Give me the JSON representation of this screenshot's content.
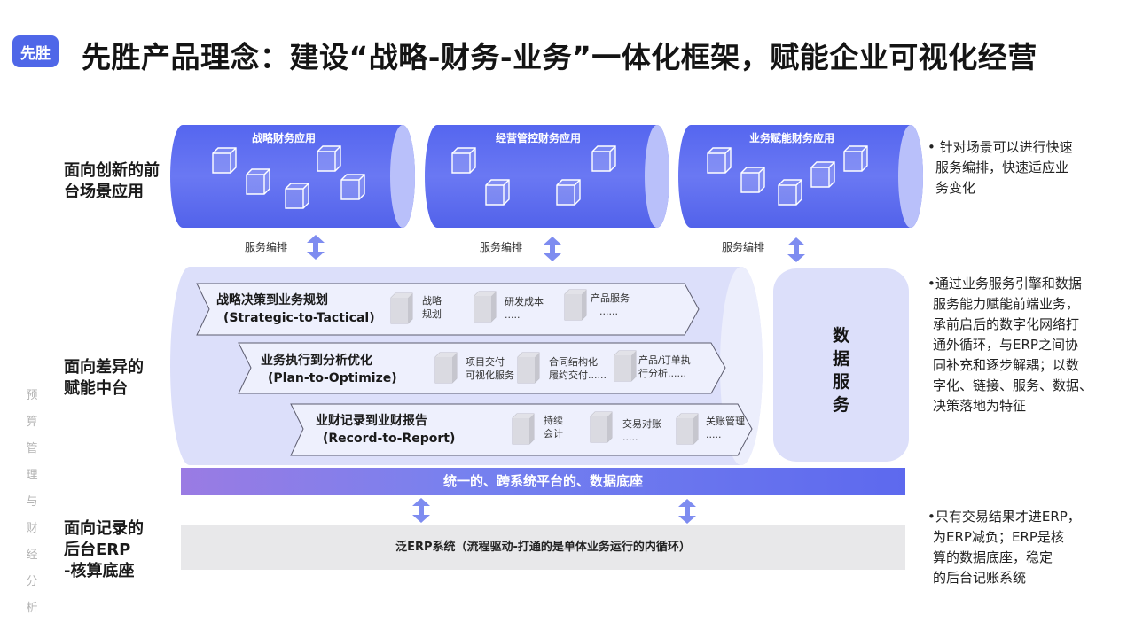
{
  "logo": {
    "text": "先胜"
  },
  "title": "先胜产品理念：建设“战略-财务-业务”一体化框架，赋能企业可视化经营",
  "side_vertical_text": [
    "预",
    "算",
    "管",
    "理",
    "与",
    "财",
    "经",
    "分",
    "析"
  ],
  "sections": {
    "front": {
      "line1": "面向创新的前",
      "line2": "台场景应用"
    },
    "middle": {
      "line1": "面向差异的",
      "line2": "赋能中台"
    },
    "back": {
      "line1": "面向记录的",
      "line2": "后台ERP",
      "line3": "-核算底座"
    }
  },
  "cylinders": [
    {
      "title": "战略财务应用"
    },
    {
      "title": "经营管控财务应用"
    },
    {
      "title": "业务赋能财务应用"
    }
  ],
  "service_labels": [
    "服务编排",
    "服务编排",
    "服务编排"
  ],
  "chevrons": [
    {
      "title": "战略决策到业务规划",
      "subtitle": "(Strategic-to-Tactical)",
      "items": [
        {
          "line1": "战略",
          "line2": "规划"
        },
        {
          "line1": "研发成本",
          "line2": "....."
        },
        {
          "line1": "产品服务",
          "line2": "......"
        }
      ]
    },
    {
      "title": "业务执行到分析优化",
      "subtitle": "(Plan-to-Optimize)",
      "items": [
        {
          "line1": "项目交付",
          "line2": "可视化服务"
        },
        {
          "line1": "合同结构化",
          "line2": "履约交付......"
        },
        {
          "line1": "产品/订单执",
          "line2": "行分析......"
        }
      ]
    },
    {
      "title": "业财记录到业财报告",
      "subtitle": "(Record-to-Report)",
      "items": [
        {
          "line1": "持续",
          "line2": "会计"
        },
        {
          "line1": "交易对账",
          "line2": "....."
        },
        {
          "line1": "关账管理",
          "line2": "....."
        }
      ]
    }
  ],
  "data_service": {
    "line1": "数",
    "line2": "据",
    "line3": "服",
    "line4": "务"
  },
  "unified_bar": "统一的、跨系统平台的、数据底座",
  "erp_bar": "泛ERP系统（流程驱动-打通的是单体业务运行的内循环）",
  "notes": {
    "front": [
      "• 针对场景可以进行快速",
      "服务编排，快速适应业",
      "务变化"
    ],
    "middle": [
      "•通过业务服务引擎和数据",
      "服务能力赋能前端业务，",
      "承前启后的数字化网络打",
      "通外循环，与ERP之间协",
      "同补充和逐步解耦；以数",
      "字化、链接、服务、数据、",
      "决策落地为特征"
    ],
    "back": [
      "•只有交易结果才进ERP，",
      "为ERP减负；ERP是核",
      "算的数据底座，稳定",
      "的后台记账系统"
    ]
  },
  "colors": {
    "accent": "#4f67e8",
    "cylinder": "#6170f2",
    "middle_bg": "#dcdffa",
    "chevron_bg": "#eef0fd"
  }
}
